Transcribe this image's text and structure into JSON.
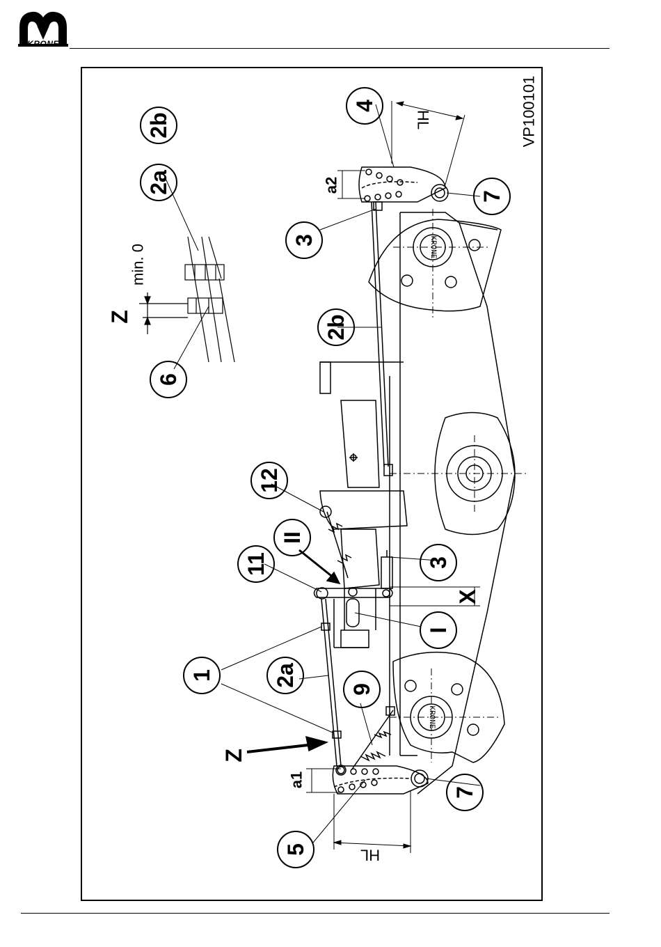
{
  "brand": {
    "name": "KRONE"
  },
  "drawing_ref": "VP100101",
  "callouts": {
    "c1": "1",
    "c2a_main": "2a",
    "c2b_main": "2b",
    "c2a_detail": "2a",
    "c2b_detail": "2b",
    "c3_top": "3",
    "c3_mid": "3",
    "c4": "4",
    "c5": "5",
    "c6": "6",
    "c7_top": "7",
    "c7_bottom": "7",
    "c9": "9",
    "c11": "11",
    "c12": "12",
    "cI": "I",
    "cII": "II"
  },
  "labels": {
    "z_detail": "Z",
    "z_view": "Z",
    "min": "min. 0",
    "x": "X",
    "a1": "a1",
    "a2": "a2",
    "hl_top": "HL",
    "hl_bottom": "HL",
    "hub_top": "KRONE",
    "hub_bottom": "KRONE"
  }
}
